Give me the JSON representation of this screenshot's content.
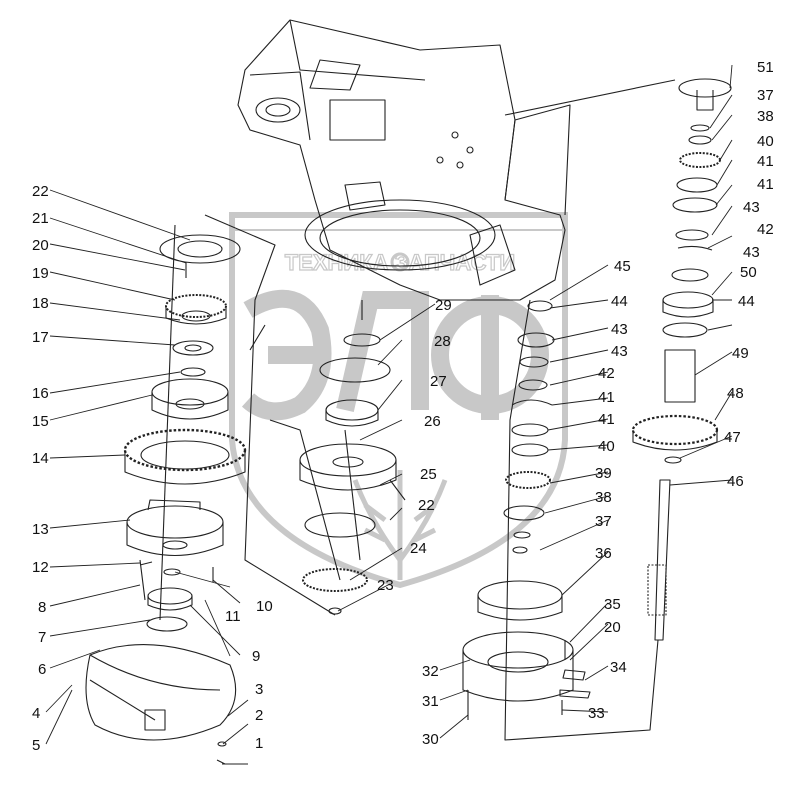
{
  "watermark": {
    "brand_text": "ТЕХНИКА ЗАПЧАСТИ",
    "logo_letters": "ЭЛФ",
    "color": "#c8c8c8"
  },
  "callouts": [
    "1",
    "2",
    "3",
    "4",
    "5",
    "6",
    "7",
    "8",
    "9",
    "10",
    "11",
    "12",
    "13",
    "14",
    "15",
    "16",
    "17",
    "18",
    "19",
    "20",
    "20",
    "21",
    "22",
    "22",
    "23",
    "24",
    "25",
    "26",
    "27",
    "28",
    "29",
    "30",
    "31",
    "32",
    "33",
    "34",
    "35",
    "36",
    "37",
    "37",
    "38",
    "38",
    "39",
    "40",
    "40",
    "41",
    "41",
    "41",
    "41",
    "42",
    "42",
    "43",
    "43",
    "43",
    "43",
    "44",
    "44",
    "45",
    "46",
    "47",
    "48",
    "49",
    "50",
    "51"
  ],
  "colors": {
    "line": "#222222",
    "watermark": "#c8c8c8"
  }
}
